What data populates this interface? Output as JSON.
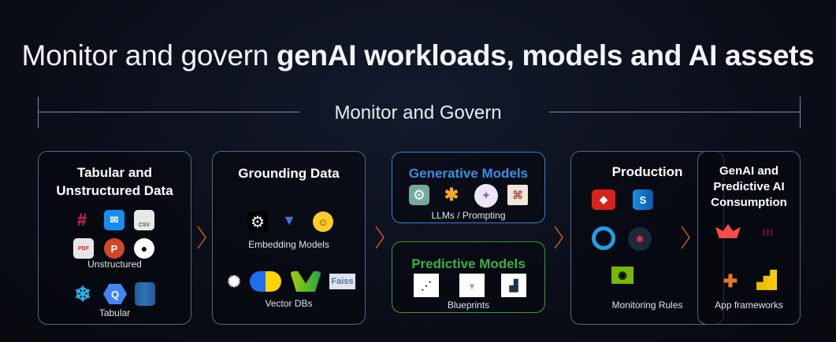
{
  "title": {
    "light": "Monitor and govern ",
    "bold": "genAI workloads, models and AI assets"
  },
  "banner": "Monitor and Govern",
  "colors": {
    "accent_blue": "#3b8fe0",
    "accent_green": "#3cb043",
    "chevron": "#e2622a",
    "border": "#4f6784"
  },
  "boxes": {
    "tabular": {
      "title1": "Tabular and",
      "title2": "Unstructured Data",
      "unstructured_label": "Unstructured",
      "tabular_label": "Tabular",
      "unstructured_icons": [
        "slack-icon",
        "mail-icon",
        "csv-icon",
        "pdf-icon",
        "powerpoint-icon",
        "github-icon"
      ],
      "tabular_icons": [
        "snowflake-icon",
        "bigquery-icon",
        "redshift-icon"
      ]
    },
    "grounding": {
      "title": "Grounding Data",
      "embedding_label": "Embedding Models",
      "vector_label": "Vector DBs",
      "embedding_icons": [
        "openai-icon",
        "cohere-icon",
        "huggingface-icon"
      ],
      "vector_icons": [
        "pinecone-icon",
        "chroma-icon",
        "weaviate-icon"
      ],
      "faiss_text": "Faiss"
    },
    "generative": {
      "title": "Generative Models",
      "label": "LLMs / Prompting",
      "icons": [
        "chatgpt-icon",
        "llama-icon",
        "claude-icon",
        "graph-icon"
      ]
    },
    "predictive": {
      "title": "Predictive Models",
      "label": "Blueprints",
      "icons": [
        "scatter-blueprint-icon",
        "tree-blueprint-icon",
        "bar-blueprint-icon"
      ]
    },
    "production": {
      "title": "Production",
      "label": "Monitoring Rules",
      "icons": [
        "redis-icon",
        "azure-sql-icon",
        "sync-icon",
        "guard-icon",
        "nvidia-icon"
      ]
    },
    "consumption": {
      "title1": "GenAI and",
      "title2": "Predictive AI",
      "title3": "Consumption",
      "label": "App frameworks",
      "icons": [
        "streamlit-icon",
        "plotly-dash-icon",
        "tableau-icon",
        "powerbi-icon"
      ]
    }
  }
}
